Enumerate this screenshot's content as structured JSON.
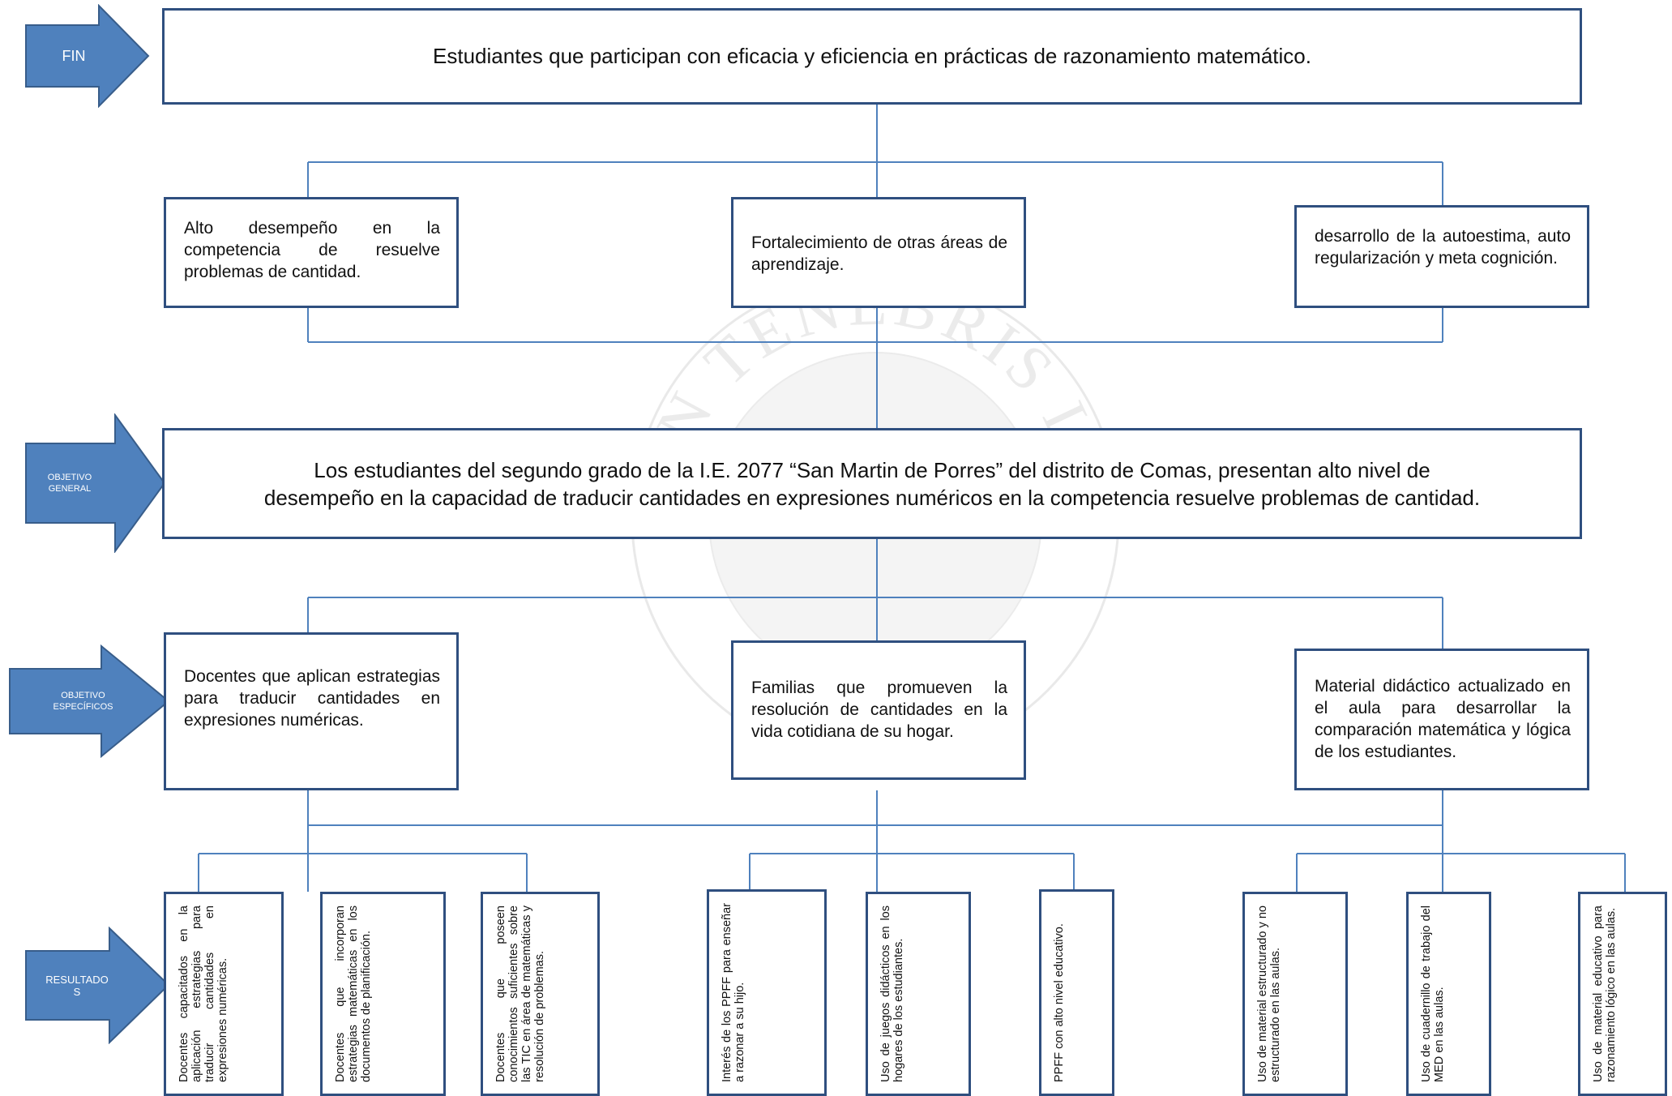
{
  "fin": {
    "label": "FIN",
    "text": "Estudiantes que participan con eficacia y eficiencia en prácticas de razonamiento matemático."
  },
  "effects": [
    "Alto desempeño en la competencia de resuelve problemas de cantidad.",
    "Fortalecimiento de otras áreas de aprendizaje.",
    "desarrollo de la autoestima, auto regularización y meta cognición."
  ],
  "objetivo_general": {
    "label_line1": "OBJETIVO",
    "label_line2": "GENERAL",
    "text_line1": "Los estudiantes del segundo grado de la I.E. 2077 “San Martin de Porres” del distrito de Comas, presentan alto nivel de",
    "text_line2": "desempeño en la capacidad de traducir cantidades en expresiones numéricos en la competencia resuelve problemas de cantidad."
  },
  "objetivos_especificos": {
    "label_line1": "OBJETIVO",
    "label_line2": "ESPECÍFICOS",
    "items": [
      "Docentes que aplican estrategias para traducir cantidades en expresiones numéricas.",
      "Familias que promueven la resolución de cantidades en la vida cotidiana de su hogar.",
      "Material didáctico actualizado en el aula para desarrollar la comparación matemática y lógica de los estudiantes."
    ]
  },
  "resultados": {
    "label_line1": "RESULTADO",
    "label_line2": "S",
    "items": [
      "Docentes capacitados en la aplicación estrategias para traducir cantidades en expresiones numéricas.",
      "Docentes que incorporan estrategias matemáticas en los documentos de planificación.",
      "Docentes que poseen conocimientos suficientes sobre las TIC en área de matemáticas y resolución de problemas.",
      "Interés de los PPFF para enseñar a razonar a su hijo.",
      "Uso de juegos didácticos en los hogares de los estudiantes.",
      "PPFF con alto nivel educativo.",
      "Uso de material estructurado y no estructurado en las aulas.",
      "Uso de cuadernillo de trabajo del MED en las aulas.",
      "Uso de material educativo para razonamiento lógico en las aulas."
    ]
  },
  "watermark": {
    "motto": "LUX IN TENEBRIS LUCET"
  },
  "colors": {
    "arrow_fill": "#4f81bd",
    "arrow_stroke": "#385d8a",
    "box_border": "#2f4f7f",
    "connector": "#4f81bd"
  }
}
